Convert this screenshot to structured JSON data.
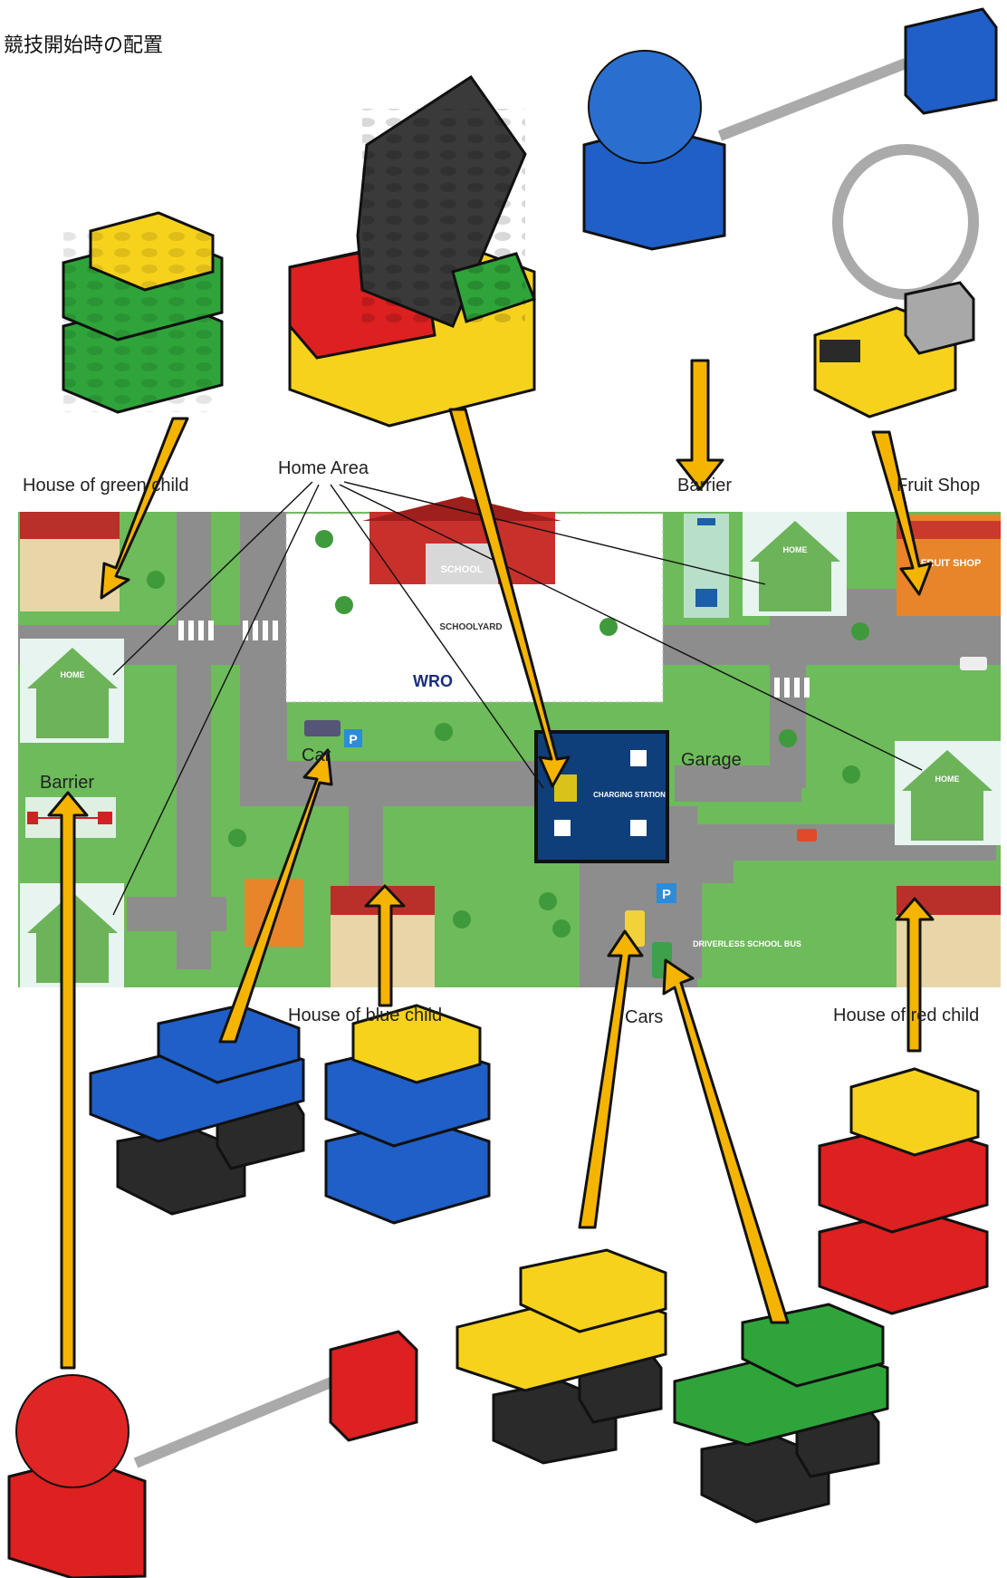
{
  "header": {
    "title": "競技開始時の配置"
  },
  "labels": {
    "house_green_child": "House of green child",
    "home_area": "Home Area",
    "barrier_top": "Barrier",
    "fruit_shop": "Fruit Shop",
    "barrier_left": "Barrier",
    "car": "Car",
    "garage": "Garage",
    "house_blue_child": "House of blue child",
    "cars": "Cars",
    "house_red_child": "House of red child"
  },
  "map_text": {
    "school": "SCHOOL",
    "schoolyard": "SCHOOLYARD",
    "wro": "WRO",
    "charging_station": "CHARGING STATION",
    "fruit_shop_sign": "FRUIT SHOP",
    "home": "HOME",
    "driverless_school_bus": "DRIVERLESS SCHOOL BUS",
    "parking": "P"
  },
  "colors": {
    "arrow": "#f5b400",
    "grass": "#6dbb5a",
    "road": "#8b8b8b",
    "lego_green": "#2fa43a",
    "lego_yellow": "#f7d21c",
    "lego_red": "#dd2020",
    "lego_blue": "#1f5fc7",
    "lego_black": "#2a2a2a",
    "lego_gray": "#a8a8a8"
  },
  "pieces": [
    {
      "name": "green-house-model",
      "icon": "lego-house-green"
    },
    {
      "name": "robot-garage-model",
      "icon": "lego-garage"
    },
    {
      "name": "blue-barrier-model",
      "icon": "lego-barrier-blue"
    },
    {
      "name": "fruit-shop-model",
      "icon": "lego-shop-yellow"
    },
    {
      "name": "blue-car-model",
      "icon": "lego-car-blue"
    },
    {
      "name": "blue-house-model",
      "icon": "lego-house-blue"
    },
    {
      "name": "red-house-model",
      "icon": "lego-house-red"
    },
    {
      "name": "yellow-car-model",
      "icon": "lego-car-yellow"
    },
    {
      "name": "green-car-model",
      "icon": "lego-car-green"
    },
    {
      "name": "red-barrier-model",
      "icon": "lego-barrier-red"
    }
  ]
}
